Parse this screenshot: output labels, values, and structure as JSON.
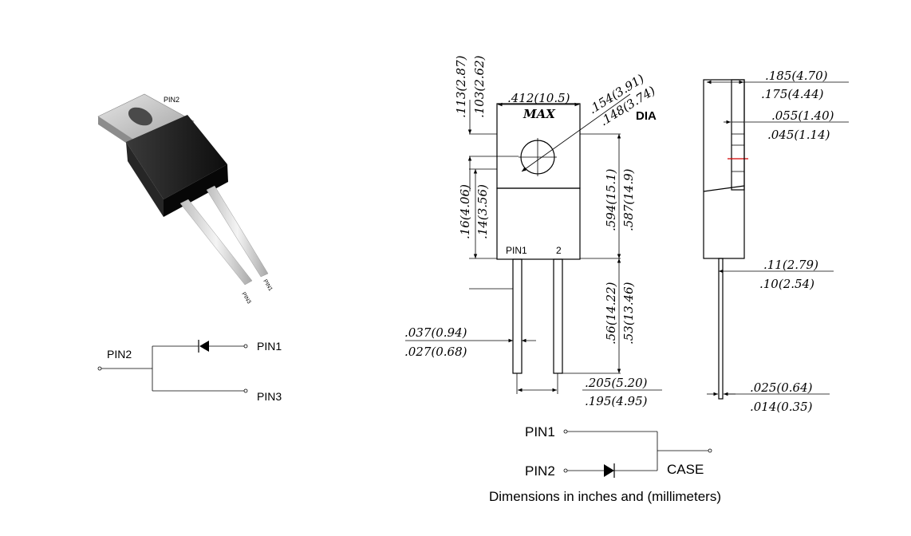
{
  "photo": {
    "pin_top": "PIN2",
    "pin_lead_a": "PIN3",
    "pin_lead_b": "PIN1"
  },
  "left_schematic": {
    "pin2": "PIN2",
    "pin1": "PIN1",
    "pin3": "PIN3"
  },
  "drawing": {
    "pin1_label": "PIN1",
    "pin2_label": "2",
    "dim_113": ".113(2.87)",
    "dim_103": ".103(2.62)",
    "dim_412": ".412(10.5)",
    "max_label": "MAX",
    "dim_154": ".154(3.91)",
    "dim_148": ".148(3.74)",
    "dia_label": "DIA",
    "dim_16": ".16(4.06)",
    "dim_14": ".14(3.56)",
    "dim_594": ".594(15.1)",
    "dim_587": ".587(14.9)",
    "dim_56": ".56(14.22)",
    "dim_53": ".53(13.46)",
    "dim_037": ".037(0.94)",
    "dim_027": ".027(0.68)",
    "dim_205": ".205(5.20)",
    "dim_195": ".195(4.95)",
    "dim_185": ".185(4.70)",
    "dim_175": ".175(4.44)",
    "dim_055": ".055(1.40)",
    "dim_045": ".045(1.14)",
    "dim_11": ".11(2.79)",
    "dim_10": ".10(2.54)",
    "dim_025": ".025(0.64)",
    "dim_014": ".014(0.35)"
  },
  "right_schematic": {
    "pin1": "PIN1",
    "pin2": "PIN2",
    "case": "CASE"
  },
  "caption": "Dimensions in inches and (millimeters)"
}
